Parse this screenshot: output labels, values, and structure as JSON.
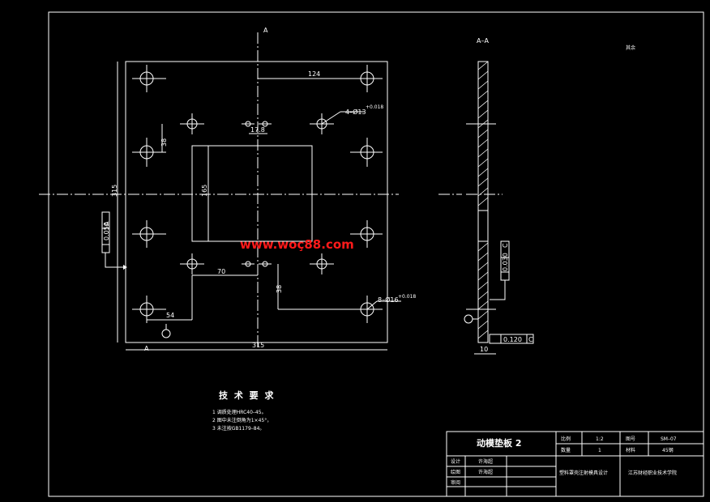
{
  "drawing": {
    "section_label": "A–A",
    "section_mark_top": "A",
    "section_mark_bottom": "A",
    "roughness_note": "其余",
    "watermark": "www.woç88.com",
    "dims": {
      "d124": "124",
      "d17_8": "17.8",
      "d38": "38",
      "d70": "70",
      "d54": "54",
      "d38b": "38",
      "d315_v": "315",
      "d315_h": "315",
      "d165": "165",
      "hole_note_1": "4–Ø13",
      "hole_tol_1": "+0.018",
      "hole_note_2": "8–Ø16",
      "hole_tol_2": "+0.018",
      "flat_1": "0.050",
      "flat_1_ref": "A",
      "par_1": "0.030",
      "par_1_ref": "C",
      "par_2": "0.120",
      "par_2_ref": "C",
      "thk": "10"
    },
    "tech_title": "技 术 要 求",
    "tech_items": [
      "1  调质处理HRC40–45。",
      "2  图中未注倒角为1×45°，",
      "3  未注按GB1179–84。"
    ]
  },
  "title_block": {
    "part_name": "动模垫板 2",
    "scale_label": "比例",
    "scale_value": "1:2",
    "drawing_no_label": "图号",
    "drawing_no_value": "SM–07",
    "qty_label": "数量",
    "qty_value": "1",
    "material_label": "材料",
    "material_value": "45钢",
    "design_label": "设计",
    "design_name": "许海超",
    "drawing_label": "绘图",
    "drawing_name": "许海超",
    "review_label": "审阅",
    "project": "塑料罩壳注射模具设计",
    "school": "江苏财经职业技术学院"
  }
}
